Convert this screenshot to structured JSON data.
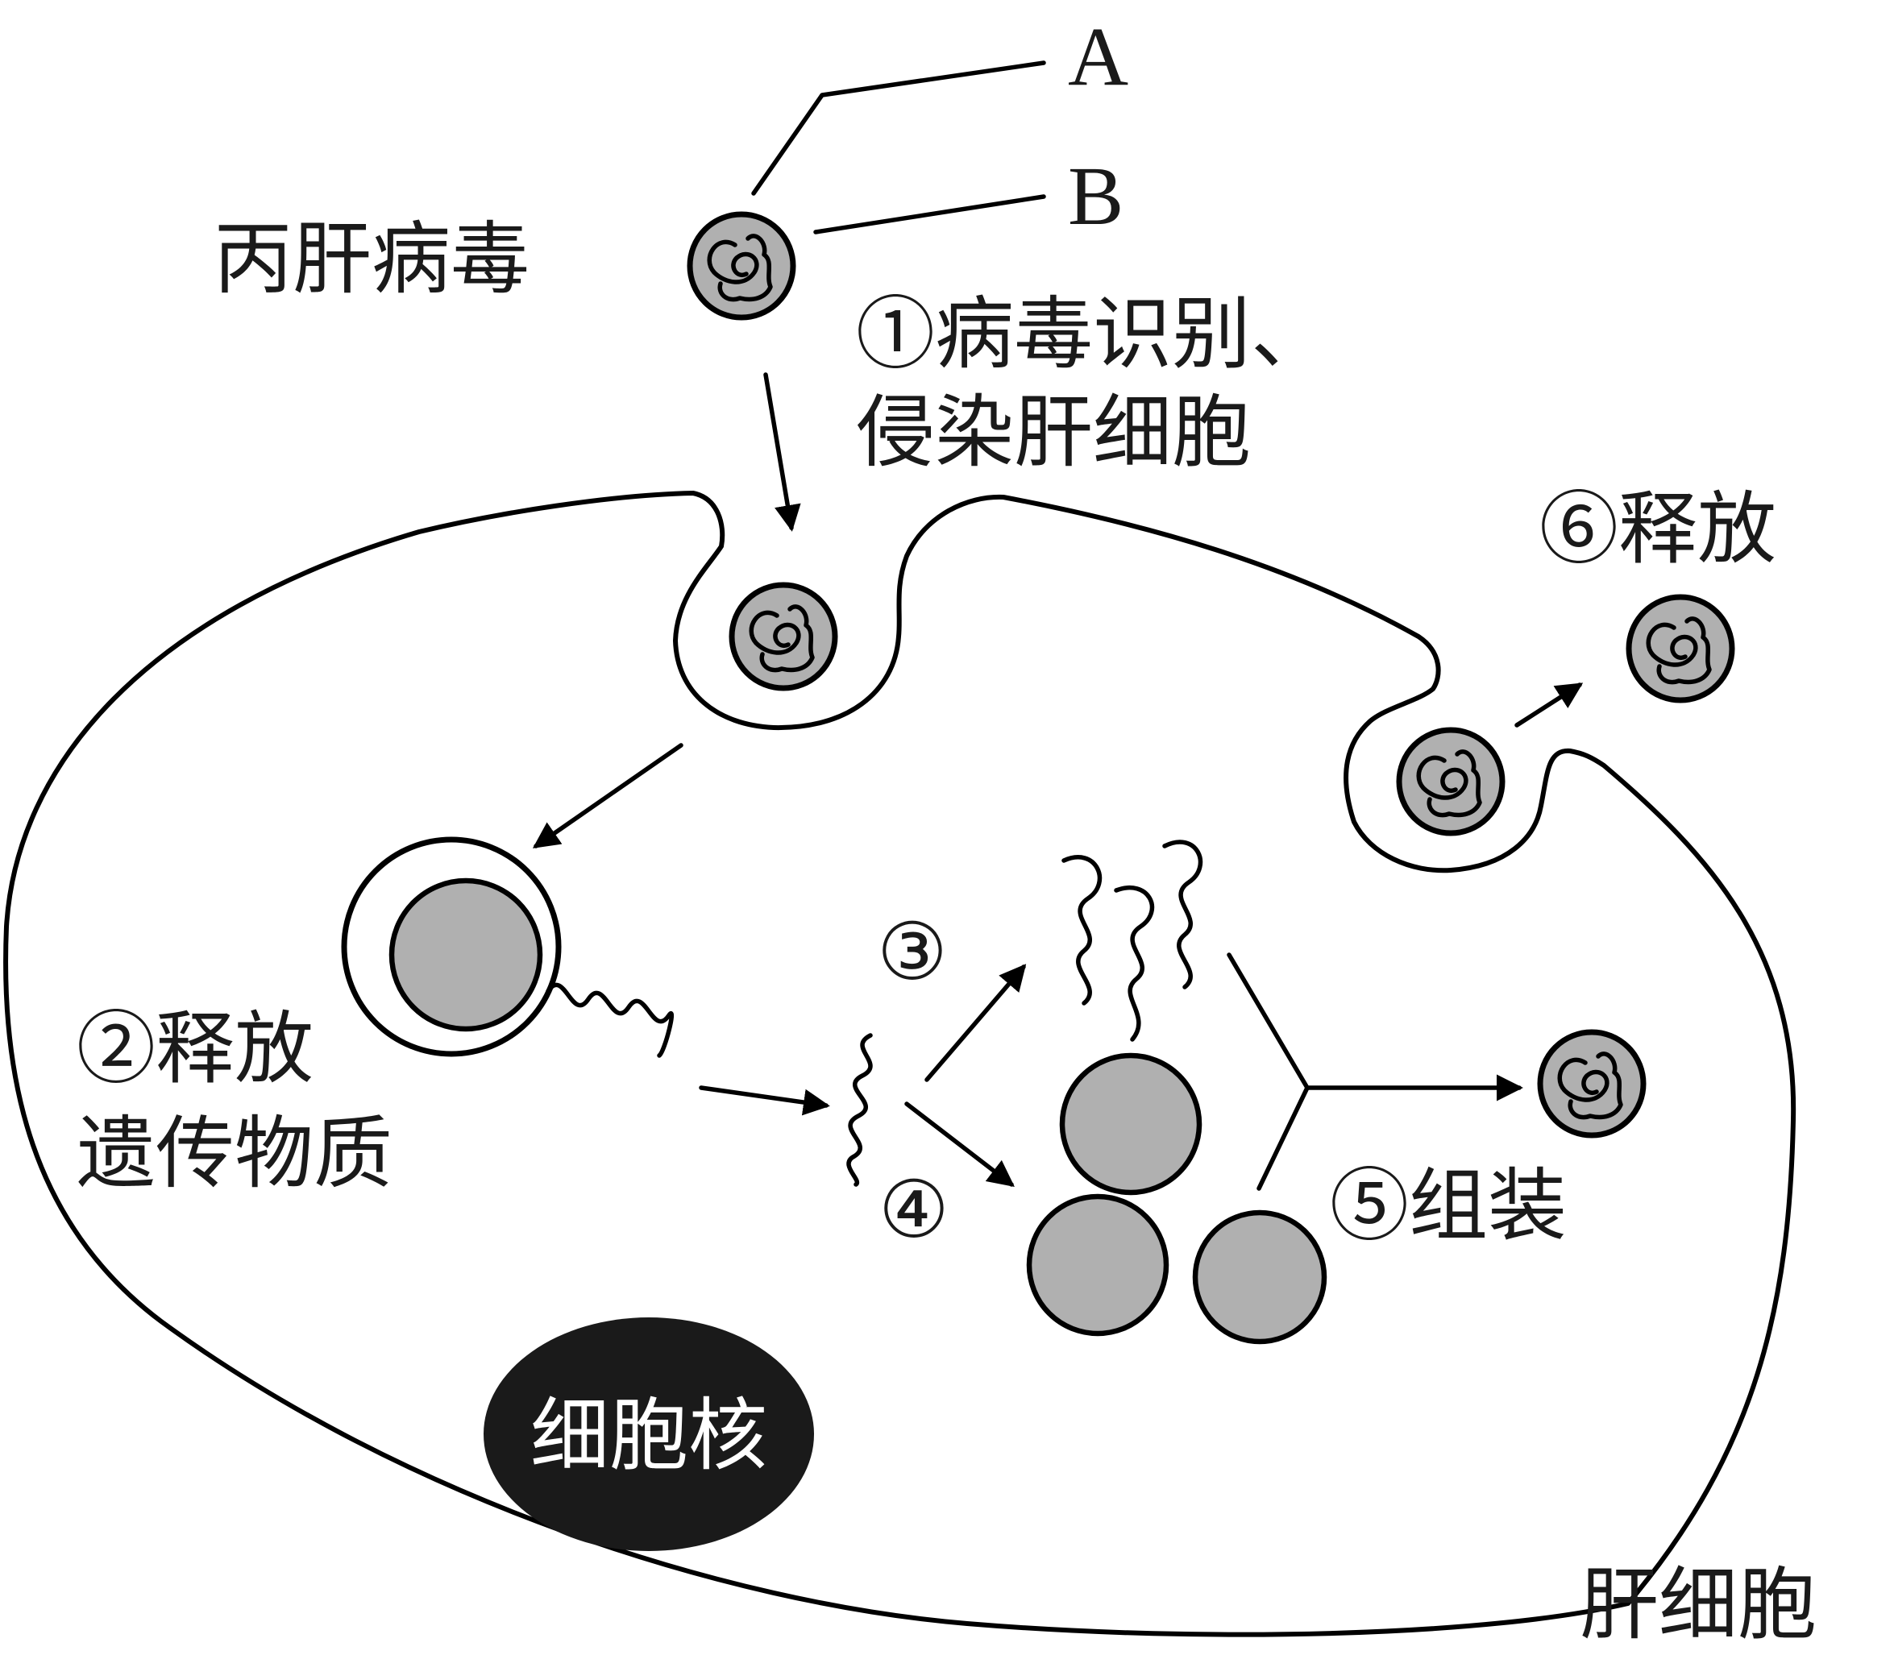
{
  "colors": {
    "virus_fill": "#b0b0b0",
    "nucleus_fill": "#1a1a1a",
    "line": "#000000"
  },
  "labels": {
    "virus": "丙肝病毒",
    "part_a": "A",
    "part_b": "B",
    "step1_line1": "①病毒识别、",
    "step1_line2": "侵染肝细胞",
    "step2_line1": "②释放",
    "step2_line2": "遗传物质",
    "step3": "③",
    "step4": "④",
    "step5": "⑤组装",
    "step6": "⑥释放",
    "nucleus": "细胞核",
    "liver_cell": "肝细胞"
  }
}
